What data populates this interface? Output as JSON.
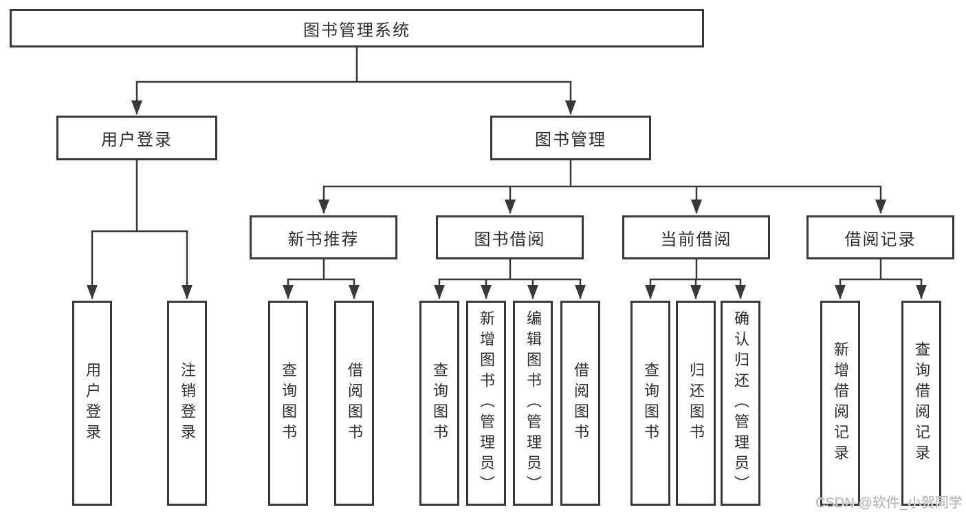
{
  "diagram": {
    "root": {
      "label": "图书管理系统"
    },
    "level2": [
      {
        "id": "user-login",
        "label": "用户登录"
      },
      {
        "id": "book-management",
        "label": "图书管理"
      }
    ],
    "level3": [
      {
        "id": "new-book-recommend",
        "label": "新书推荐",
        "parent": "book-management"
      },
      {
        "id": "book-borrow",
        "label": "图书借阅",
        "parent": "book-management"
      },
      {
        "id": "current-borrow",
        "label": "当前借阅",
        "parent": "book-management"
      },
      {
        "id": "borrow-records",
        "label": "借阅记录",
        "parent": "book-management"
      }
    ],
    "leaves": [
      {
        "parent": "user-login",
        "label": "用户登录"
      },
      {
        "parent": "user-login",
        "label": "注销登录"
      },
      {
        "parent": "new-book-recommend",
        "label": "查询图书"
      },
      {
        "parent": "new-book-recommend",
        "label": "借阅图书"
      },
      {
        "parent": "book-borrow",
        "label": "查询图书"
      },
      {
        "parent": "book-borrow",
        "label": "新增图书（管理员）"
      },
      {
        "parent": "book-borrow",
        "label": "编辑图书（管理员）"
      },
      {
        "parent": "book-borrow",
        "label": "借阅图书"
      },
      {
        "parent": "current-borrow",
        "label": "查询图书"
      },
      {
        "parent": "current-borrow",
        "label": "归还图书"
      },
      {
        "parent": "current-borrow",
        "label": "确认归还（管理员）"
      },
      {
        "parent": "borrow-records",
        "label": "新增借阅记录"
      },
      {
        "parent": "borrow-records",
        "label": "查询借阅记录"
      }
    ],
    "watermark": "CSDN @软件_小贺同学",
    "colors": {
      "line": "#383838",
      "border": "#383838",
      "text": "#2d2d2d",
      "watermark": "#b5b5b5",
      "background": "#ffffff"
    }
  }
}
